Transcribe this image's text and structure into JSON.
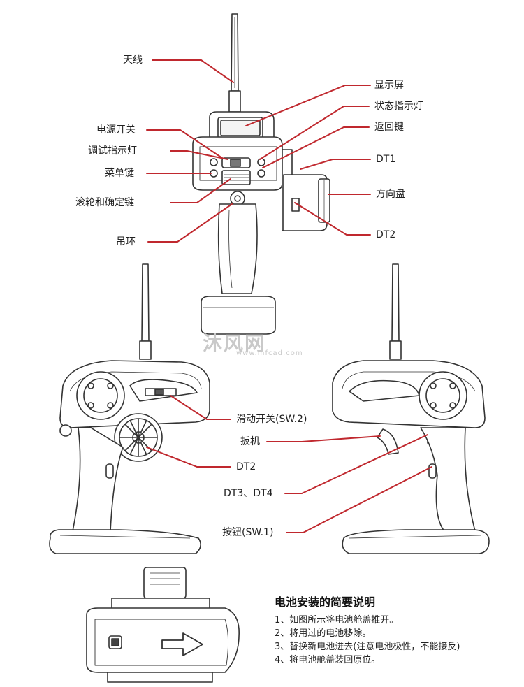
{
  "labels": {
    "antenna": "天线",
    "display": "显示屏",
    "status_led": "状态指示灯",
    "power_switch": "电源开关",
    "return_key": "返回键",
    "debug_led": "调试指示灯",
    "dt1": "DT1",
    "menu_key": "菜单键",
    "steering_wheel": "方向盘",
    "scroll_confirm": "滚轮和确定键",
    "dt2_top": "DT2",
    "lanyard": "吊环",
    "slide_switch": "滑动开关(SW.2)",
    "trigger": "扳机",
    "dt2_side": "DT2",
    "dt3_dt4": "DT3、DT4",
    "button_sw1": "按钮(SW.1)"
  },
  "watermark": {
    "logo_text": "沐风网",
    "site": "www.mfcad.com"
  },
  "instructions": {
    "title": "电池安装的简要说明",
    "steps": [
      "1、如图所示将电池舱盖推开。",
      "2、将用过的电池移除。",
      "3、替换新电池进去(注意电池极性，不能接反)",
      "4、将电池舱盖装回原位。"
    ]
  },
  "colors": {
    "leader_line": "#c0282e",
    "outline": "#333333",
    "watermark": "#c9c9c9"
  }
}
